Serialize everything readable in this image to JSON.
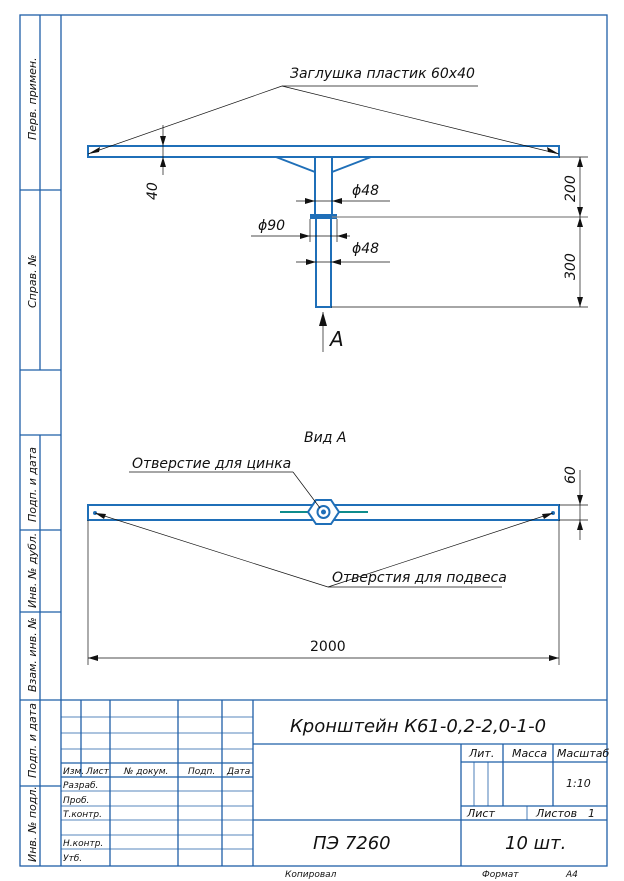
{
  "drawing": {
    "callout_top": "Заглушка пластик 60х40",
    "dims": {
      "d40": "40",
      "d200": "200",
      "d300": "300",
      "phi48_a": "ϕ48",
      "phi90": "ϕ90",
      "phi48_b": "ϕ48",
      "d60": "60",
      "d2000": "2000"
    },
    "view_arrow_letter": "А",
    "view_title": "Вид А",
    "callout_zinc": "Отверстие для цинка",
    "callout_hanging": "Отверстия для подвеса"
  },
  "side_strip": {
    "perv_primen": "Перв. примен.",
    "sprav_no": "Справ. №",
    "podp_data_1": "Подп. и дата",
    "inv_dubl": "Инв. № дубл.",
    "vzam_inv": "Взам. инв. №",
    "podp_data_2": "Подп. и дата",
    "inv_podl": "Инв. № подл."
  },
  "title_block": {
    "name": "Кронштейн К61-0,2-2,0-1-0",
    "doc_no": "ПЭ 7260",
    "qty": "10 шт.",
    "lit": "Лит.",
    "massa": "Масса",
    "masshtab": "Масштаб",
    "scale": "1:10",
    "list": "Лист",
    "listov": "Листов",
    "listov_val": "1",
    "izm": "Изм.",
    "list_col": "Лист",
    "n_dokum": "№ докум.",
    "podp": "Подп.",
    "data": "Дата",
    "razrab": "Разраб.",
    "prov": "Проб.",
    "tkontr": "Т.контр.",
    "nkontr": "Н.контр.",
    "utv": "Утб.",
    "kopiroval": "Копировал",
    "format": "Формат",
    "format_val": "А4"
  },
  "colors": {
    "frame": "#1f5fa8",
    "part": "#1f6fb8",
    "accent": "#0e8c8c",
    "text": "#111111"
  }
}
